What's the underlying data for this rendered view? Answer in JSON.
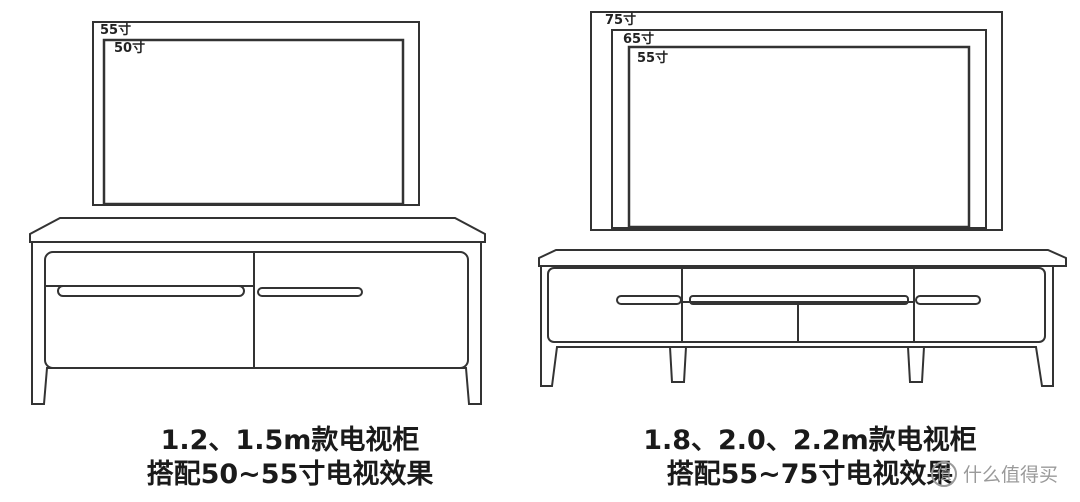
{
  "left_panel": {
    "tv_sizes": [
      "55寸",
      "50寸"
    ],
    "caption_line1": "1.2、1.5m款电视柜",
    "caption_line2": "搭配50~55寸电视效果"
  },
  "right_panel": {
    "tv_sizes": [
      "75寸",
      "65寸",
      "55寸"
    ],
    "caption_line1": "1.8、2.0、2.2m款电视柜",
    "caption_line2": "搭配55~75寸电视效果"
  },
  "watermark": {
    "icon_glyph": "值",
    "text": "什么值得买"
  }
}
